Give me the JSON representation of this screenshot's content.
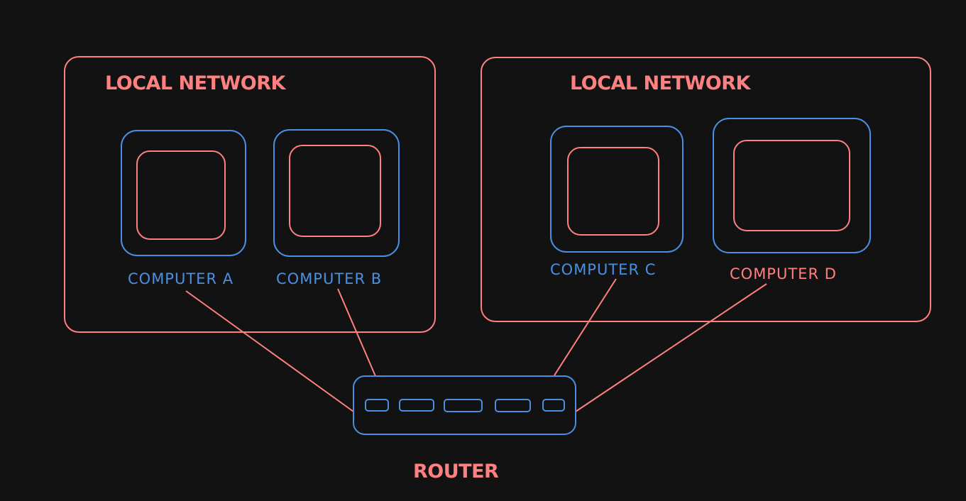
{
  "colors": {
    "background": "#121212",
    "red": "#ff8080",
    "blue": "#4a90e2"
  },
  "networks": [
    {
      "title": "LOCAL NETWORK"
    },
    {
      "title": "LOCAL NETWORK"
    }
  ],
  "computers": [
    {
      "label": "COMPUTER A",
      "label_color": "#4a90e2"
    },
    {
      "label": "COMPUTER B",
      "label_color": "#4a90e2"
    },
    {
      "label": "COMPUTER C",
      "label_color": "#4a90e2"
    },
    {
      "label": "COMPUTER D",
      "label_color": "#ff8080"
    }
  ],
  "router": {
    "title": "ROUTER",
    "port_count": 5
  }
}
